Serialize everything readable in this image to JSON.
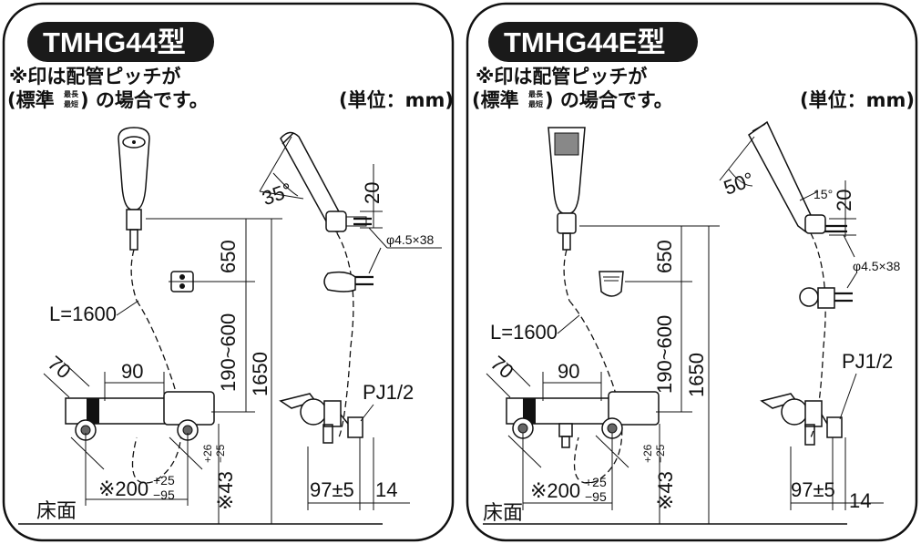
{
  "left": {
    "model": "TMHG44型",
    "note_line1": "※印は配管ピッチが",
    "note_line2_a": "(標準",
    "note_sup_top": "最長",
    "note_sup_bottom": "最短",
    "note_line2_b": ") の場合です。",
    "unit": "(単位：mm)",
    "hose_length": "L=1600",
    "angle": "35°",
    "dim_20": "20",
    "dim_650": "650",
    "dim_190_600": "190~600",
    "dim_1650": "1650",
    "screw": "φ4.5×38",
    "dim_70": "70",
    "dim_90": "90",
    "pipe": "PJ1/2",
    "dim_43": "※43",
    "dim_43_tol_top": "+26",
    "dim_43_tol_bottom": "−25",
    "dim_200": "※200",
    "dim_200_tol_top": "+25",
    "dim_200_tol_bottom": "−95",
    "dim_97": "97±5",
    "dim_14": "14",
    "floor": "床面"
  },
  "right": {
    "model": "TMHG44E型",
    "note_line1": "※印は配管ピッチが",
    "note_line2_a": "(標準",
    "note_sup_top": "最長",
    "note_sup_bottom": "最短",
    "note_line2_b": ") の場合です。",
    "unit": "(単位：mm)",
    "hose_length": "L=1600",
    "angle": "50°",
    "angle_small": "15°",
    "dim_20": "20",
    "dim_650": "650",
    "dim_190_600": "190~600",
    "dim_1650": "1650",
    "screw": "φ4.5×38",
    "dim_70": "70",
    "dim_90": "90",
    "pipe": "PJ1/2",
    "dim_43": "※43",
    "dim_43_tol_top": "+26",
    "dim_43_tol_bottom": "−25",
    "dim_200": "※200",
    "dim_200_tol_top": "+25",
    "dim_200_tol_bottom": "−95",
    "dim_97": "97±5",
    "dim_14": "14",
    "floor": "床面"
  },
  "colors": {
    "badge": "#1a1a1a",
    "line": "#111111",
    "background": "#ffffff"
  }
}
